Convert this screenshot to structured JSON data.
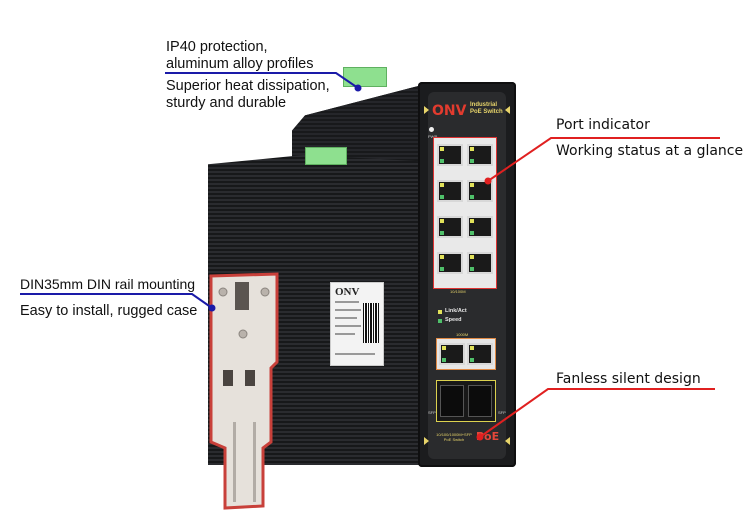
{
  "callouts": {
    "top_left": {
      "line1": "IP40 protection,",
      "line2": "aluminum alloy profiles",
      "line3": "Superior heat dissipation,",
      "line4": "sturdy and durable",
      "color": "#1a1aa8"
    },
    "left_middle": {
      "line1": "DIN35mm DIN rail mounting",
      "line2": "Easy to install, rugged case",
      "color": "#1a1aa8"
    },
    "right_top": {
      "line1": "Port indicator",
      "line2": "Working status at a glance",
      "color": "#e02020"
    },
    "right_bottom": {
      "line1": "Fanless silent design",
      "color": "#e02020"
    }
  },
  "device": {
    "brand": "ONV",
    "brand_sub_line1": "Industrial",
    "brand_sub_line2": "PoE Switch",
    "power_label": "PWR",
    "port_group_label": "10/100M",
    "legend_link": "Link/Act",
    "legend_speed": "Speed",
    "gig_label": "1000M",
    "sfp_label": "SFP",
    "footer_line1": "10/100/1000M+SFP",
    "footer_line2": "PoE Switch",
    "poe_logo": "PoE",
    "side_label_brand": "ONV",
    "colors": {
      "brand_red": "#e23b2e",
      "accent_yellow": "#e7d46a",
      "link_led": "#e2e25a",
      "speed_led": "#4fc06a",
      "terminal_green": "#8ee08f",
      "case": "#1b1c1e"
    }
  }
}
